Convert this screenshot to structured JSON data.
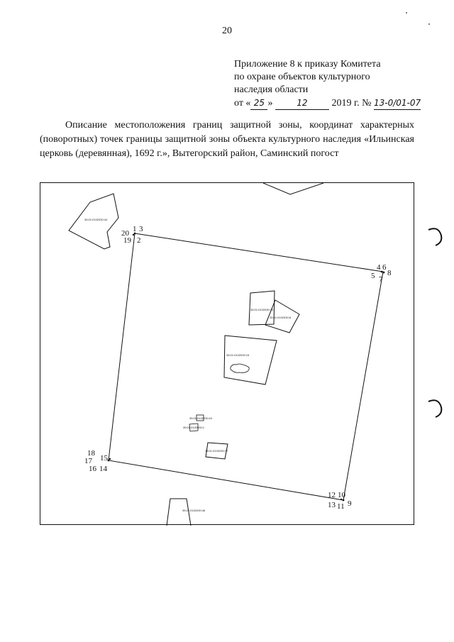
{
  "page": {
    "number": "20"
  },
  "appendix": {
    "line1": "Приложение 8  к приказу Комитета",
    "line2": "по охране объектов культурного",
    "line3": "наследия области",
    "date_prefix": "от «",
    "day": "25",
    "date_sep": "»",
    "month": "12",
    "year_text": "2019 г. №",
    "order_number": "13-0/01-07"
  },
  "description": {
    "text": "Описание местоположения границ защитной зоны, координат характерных (поворотных) точек границы защитной зоны объекта культурного наследия «Ильинская церковь (деревянная), 1692 г.», Вытегорский район, Саминский погост"
  },
  "map": {
    "point_labels": {
      "p1": "1",
      "p2": "2",
      "p3": "3",
      "p4": "4",
      "p5": "5",
      "p6": "6",
      "p7": "7",
      "p8": "8",
      "p9": "9",
      "p10": "10",
      "p11": "11",
      "p12": "12",
      "p13": "13",
      "p14": "14",
      "p15": "15",
      "p16": "16",
      "p17": "17",
      "p18": "18",
      "p19": "19",
      "p20": "20"
    },
    "parcels": {
      "nw": "35:01:0102030:44",
      "c1": "35:01:0102030:74",
      "c2": "35:01:0102030:8",
      "big": "35:01:0102030:15",
      "s1": "35:01:0102030:24",
      "s2": "35:01:0102030:1",
      "s3": "35:01:0102030:77",
      "bottom": "35:01:0102030:46"
    }
  }
}
